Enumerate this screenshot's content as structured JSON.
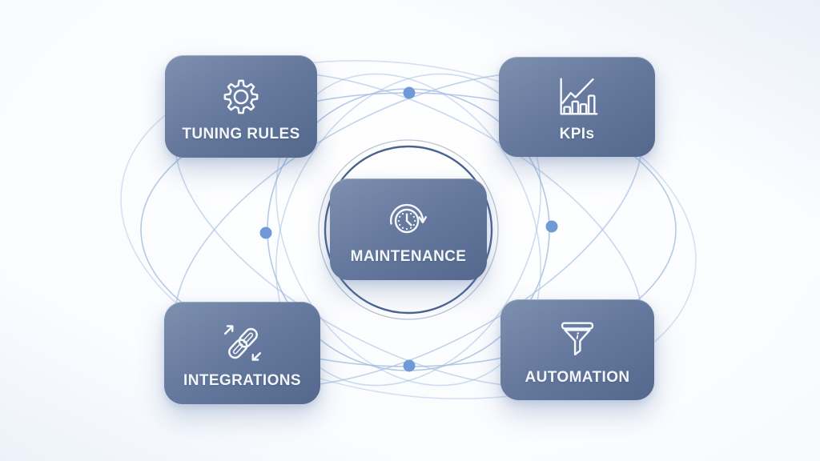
{
  "diagram": {
    "type": "hub-orbit-network",
    "hub_label": "MAINTENANCE",
    "node_count": 5,
    "orbit_dot_count": 4
  },
  "nodes": [
    {
      "label": "TUNING RULES",
      "icon": "gear-icon",
      "position": "top-left"
    },
    {
      "label": "KPIs",
      "icon": "bar-chart-icon",
      "position": "top-right"
    },
    {
      "label": "MAINTENANCE",
      "icon": "clock-history-icon",
      "position": "center"
    },
    {
      "label": "INTEGRATIONS",
      "icon": "chain-link-icon",
      "position": "bottom-left"
    },
    {
      "label": "AUTOMATION",
      "icon": "funnel-icon",
      "position": "bottom-right"
    }
  ],
  "colors": {
    "card_gradient_start": "#7d90af",
    "card_gradient_end": "#54678c",
    "label_text": "#f2f6fa",
    "icon_stroke": "#f5f8fc",
    "orbit_light": "#a6bfe2",
    "orbit_dark": "#3b5586",
    "node_dot": "#6f9ad6",
    "background": "#f7f9fd"
  }
}
